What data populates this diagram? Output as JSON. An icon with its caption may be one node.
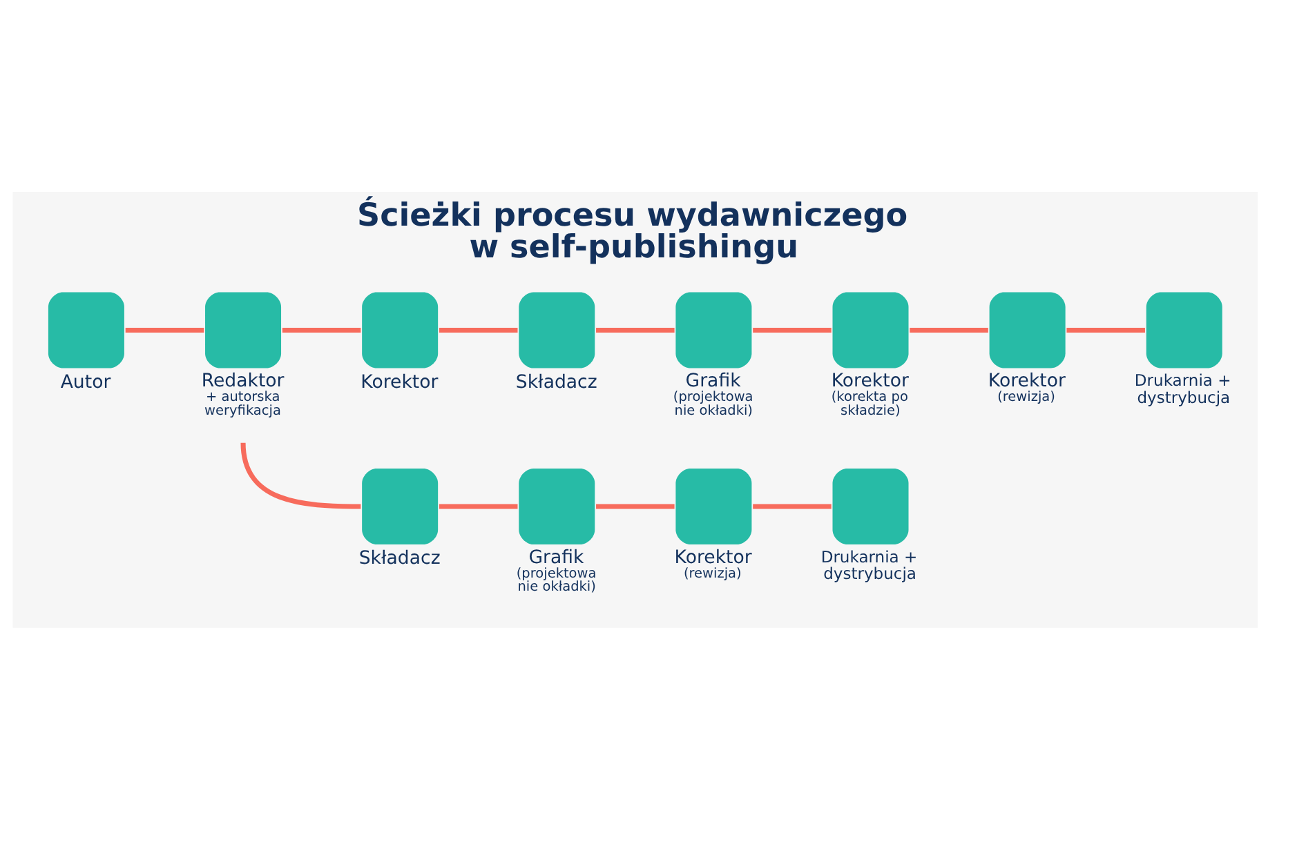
{
  "diagram": {
    "title": "Ścieżki procesu wydawniczego w self-publishingu",
    "nodes": [
      {
        "text": [
          "Autor"
        ]
      },
      {
        "text": [
          "Redaktor",
          "+ autorska weryfikacja"
        ]
      },
      {
        "text": [
          "Korektor"
        ]
      },
      {
        "text": [
          "Składacz"
        ]
      },
      {
        "text": [
          "Grafik",
          "(projektowa nie okładki)"
        ]
      },
      {
        "text": [
          "Korektor",
          "(korekta po składzie)"
        ]
      },
      {
        "text": [
          "Korektor",
          "(rewizja)"
        ]
      },
      {
        "text": [
          "Drukarnia + dystrybucja"
        ]
      },
      {
        "text": [
          "Składacz"
        ]
      },
      {
        "text": [
          "Grafik",
          "(projektowa nie okładki)"
        ]
      },
      {
        "text": [
          "Korektor",
          "(rewizja)"
        ]
      },
      {
        "text": [
          "Drukarnia + dystrybucja"
        ]
      }
    ],
    "edges": [
      {
        "from": 0,
        "to": 1,
        "arrow": "none"
      },
      {
        "from": 1,
        "to": 2,
        "arrow": "none"
      },
      {
        "from": 2,
        "to": 3,
        "arrow": "none"
      },
      {
        "from": 3,
        "to": 4,
        "arrow": "none"
      },
      {
        "from": 4,
        "to": 5,
        "arrow": "none"
      },
      {
        "from": 5,
        "to": 6,
        "arrow": "none"
      },
      {
        "from": 6,
        "to": 7,
        "arrow": "none"
      },
      {
        "from": 1,
        "to": 8,
        "arrow": "none"
      },
      {
        "from": 8,
        "to": 9,
        "arrow": "none"
      },
      {
        "from": 9,
        "to": 10,
        "arrow": "none"
      },
      {
        "from": 10,
        "to": 11,
        "arrow": "none"
      }
    ]
  }
}
